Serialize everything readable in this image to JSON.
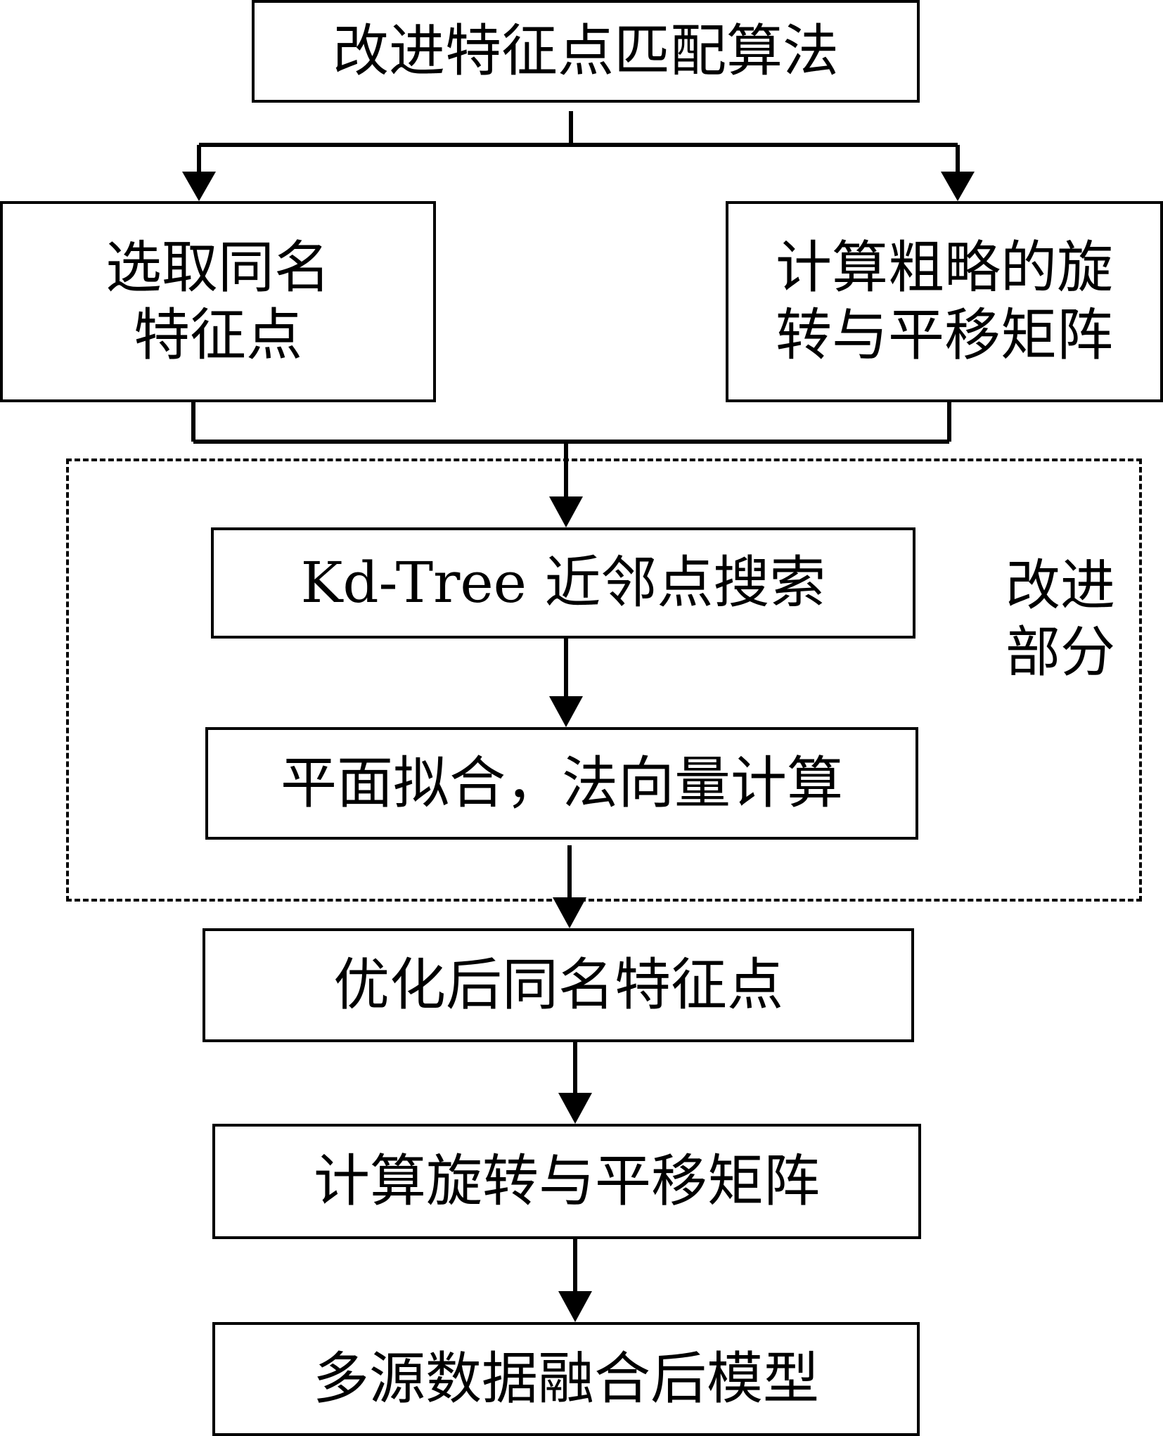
{
  "nodes": {
    "feature_matching": {
      "label": "改进特征点匹配算法"
    },
    "select_points": {
      "lines": [
        "选取同名",
        "特征点"
      ]
    },
    "coarse_matrix": {
      "lines": [
        "计算粗略的旋",
        "转与平移矩阵"
      ]
    },
    "kdtree_search": {
      "label": "Kd-Tree 近邻点搜索"
    },
    "plane_fitting": {
      "label": "平面拟合，法向量计算"
    },
    "optimized_points": {
      "label": "优化后同名特征点"
    },
    "final_matrix": {
      "label": "计算旋转与平移矩阵"
    },
    "fused_model": {
      "label": "多源数据融合后模型"
    }
  },
  "improved_region": {
    "lines": [
      "改进",
      "部分"
    ]
  },
  "colors": {
    "stroke": "#000000",
    "background": "#ffffff"
  }
}
